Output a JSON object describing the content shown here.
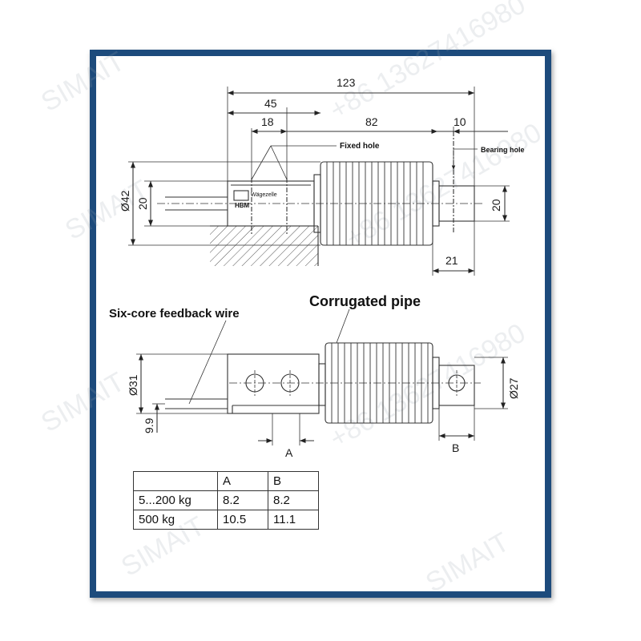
{
  "watermark": {
    "brand": "SIMAIT",
    "phone": "+86 13627416980"
  },
  "dimensions": {
    "total_length": "123",
    "mount_length": "45",
    "hole_spacing": "18",
    "body_length": "82",
    "bearing_offset": "10",
    "body_diameter_top": "Ø42",
    "mount_height": "20",
    "right_height": "20",
    "right_length": "21",
    "bottom_diameter": "Ø31",
    "wire_offset": "9.9",
    "right_diameter": "Ø27",
    "label_a": "A",
    "label_b": "B"
  },
  "labels": {
    "fixed_hole": "Fixed hole",
    "bearing_hole": "Bearing hole",
    "corrugated_pipe": "Corrugated pipe",
    "wire": "Six-core feedback wire",
    "body_text_1": "Wägezelle",
    "body_text_2": "HBM"
  },
  "table": {
    "headers": [
      "",
      "A",
      "B"
    ],
    "rows": [
      [
        "5...200 kg",
        "8.2",
        "8.2"
      ],
      [
        "500 kg",
        "10.5",
        "11.1"
      ]
    ]
  },
  "colors": {
    "frame": "#1d4b7c",
    "line": "#333333"
  }
}
